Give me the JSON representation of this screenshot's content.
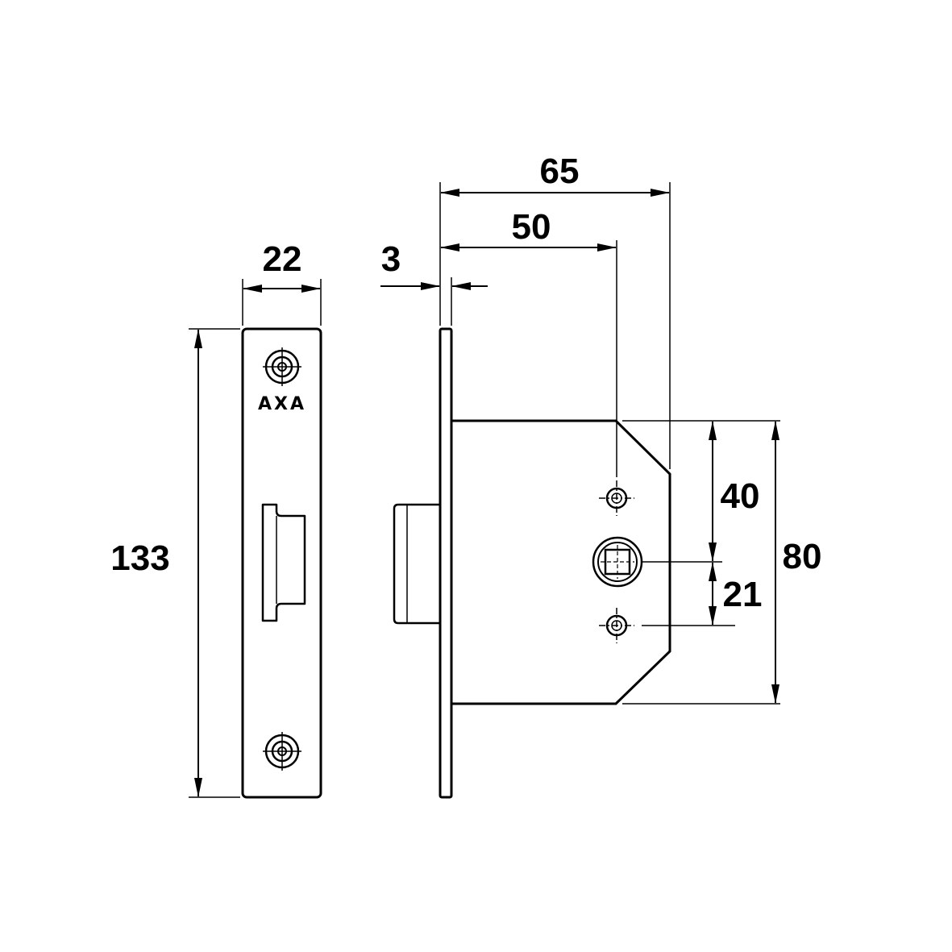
{
  "brand": {
    "name": "AXA"
  },
  "dimensions": {
    "faceplate_width": "22",
    "faceplate_height": "133",
    "faceplate_thickness": "3",
    "backset": "50",
    "case_depth": "65",
    "keyhole_spacing": "40",
    "lower_hole_spacing": "21",
    "case_height": "80"
  },
  "colors": {
    "line": "#000000",
    "background": "#ffffff"
  }
}
